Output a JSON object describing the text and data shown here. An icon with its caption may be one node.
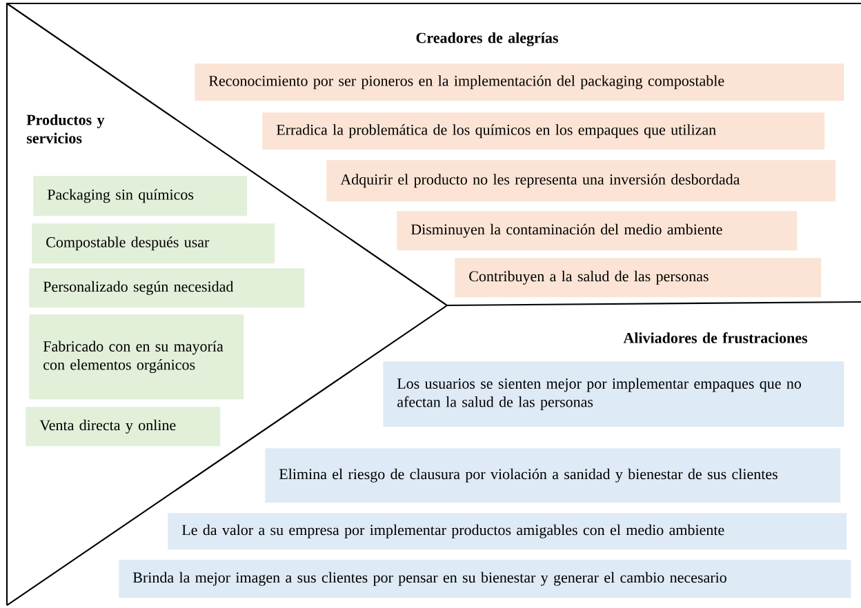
{
  "diagram": {
    "nodes": [
      {
        "text": [
          "Reconocimiento por ser pioneros en la implementación del packaging compostable"
        ]
      },
      {
        "text": [
          "Erradica la problemática de los químicos en los empaques que utilizan"
        ]
      },
      {
        "text": [
          "Adquirir el producto no les representa una inversión desbordada"
        ]
      },
      {
        "text": [
          "Disminuyen la contaminación del medio ambiente"
        ]
      },
      {
        "text": [
          "Contribuyen a la salud de las personas"
        ]
      },
      {
        "text": [
          "Packaging sin químicos"
        ]
      },
      {
        "text": [
          "Compostable después usar"
        ]
      },
      {
        "text": [
          "Personalizado según necesidad"
        ]
      },
      {
        "text": [
          "Fabricado con en su mayoría con elementos orgánicos"
        ]
      },
      {
        "text": [
          "Venta directa y online"
        ]
      },
      {
        "text": [
          "Los usuarios se sienten mejor por implementar empaques que no afectan la salud de las personas"
        ]
      },
      {
        "text": [
          "Elimina el riesgo de clausura por violación a sanidad y bienestar de sus clientes"
        ]
      },
      {
        "text": [
          "Le da valor a su empresa por implementar productos amigables con el medio ambiente"
        ]
      },
      {
        "text": [
          "Brinda la mejor imagen a sus clientes por pensar en su bienestar y generar el cambio necesario"
        ]
      }
    ],
    "labels": [
      "Creadores de alegrías",
      "Productos y servicios",
      "Aliviadores de frustraciones"
    ]
  }
}
